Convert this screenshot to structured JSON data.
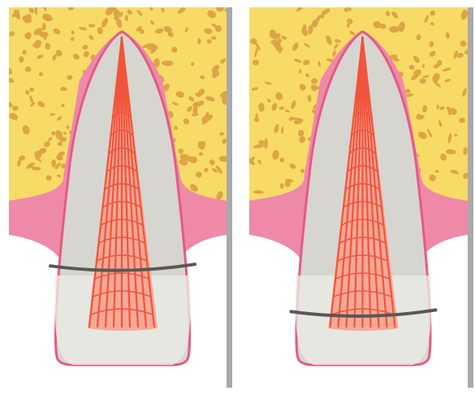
{
  "figure": {
    "panels": [
      {
        "id": "left",
        "band_level_pct": 68
      },
      {
        "id": "right",
        "band_level_pct": 80
      }
    ],
    "colors": {
      "bone": "#f7db66",
      "bone_spots": "#d99b43",
      "gingiva": "#ee8aa8",
      "root_outline": "#e45a86",
      "tooth": "#d7d5cf",
      "enamel": "#ebebe6",
      "pulp": "#f1543c",
      "pulp_glow": "#f6a28f",
      "band": "#585858",
      "divider_shadow": "#a9a9a9"
    },
    "icons": {
      "bone": "cancellous-bone-illustration",
      "gum": "gingiva-illustration",
      "tooth": "tooth-illustration",
      "pulp": "pulp-canal-illustration",
      "band": "orthodontic-band-illustration"
    }
  }
}
